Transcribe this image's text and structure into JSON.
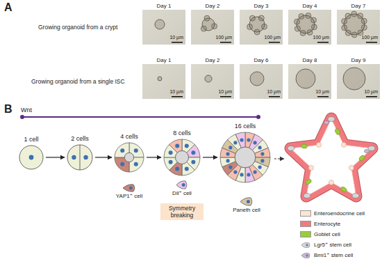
{
  "diagram": {
    "nodes": [
      {
        "text": [
          "Day 1",
          "10 µm"
        ]
      },
      {
        "text": [
          "Day 2",
          "100 µm"
        ]
      },
      {
        "text": [
          "Day 3",
          "100 µm"
        ]
      },
      {
        "text": [
          "Day 4",
          "100 µm"
        ]
      },
      {
        "text": [
          "Day 7",
          "100 µm"
        ]
      },
      {
        "text": [
          "Day 1",
          "10 µm"
        ]
      },
      {
        "text": [
          "Day 2",
          "10 µm"
        ]
      },
      {
        "text": [
          "Day 6",
          "10 µm"
        ]
      },
      {
        "text": [
          "Day 8",
          "10 µm"
        ]
      },
      {
        "text": [
          "Day 9",
          "10 µm"
        ]
      },
      {
        "text": [
          "1 cell"
        ]
      },
      {
        "text": [
          "2 cells"
        ]
      },
      {
        "text": [
          "4 cells"
        ]
      },
      {
        "text": [
          "8 cells"
        ]
      },
      {
        "text": [
          "16 cells"
        ]
      },
      {
        "text": [
          "YAP1⁺ cell"
        ]
      },
      {
        "text": [
          "Dll⁺ cell"
        ]
      },
      {
        "text": [
          "Symmetry breaking"
        ]
      },
      {
        "text": [
          "Paneth cell"
        ]
      }
    ],
    "edges": [
      {
        "from": 10,
        "to": 11,
        "arrow": "to"
      },
      {
        "from": 11,
        "to": 12,
        "arrow": "to"
      },
      {
        "from": 12,
        "to": 13,
        "arrow": "to"
      },
      {
        "from": 13,
        "to": 14,
        "arrow": "to"
      }
    ],
    "labels": [
      "A",
      "Growing organoid from a crypt",
      "Growing organoid from a single ISC",
      "B",
      "Wnt"
    ],
    "legend": [
      {
        "text": "Enteroendocrine cell",
        "color": "#fde4d4"
      },
      {
        "text": "Enterocyte",
        "color": "#f07a7e"
      },
      {
        "text": "Goblet cell",
        "color": "#9ccc3c"
      },
      {
        "text": "Lgr5⁺ stem cell"
      },
      {
        "text": "Bmi1⁺ stem cell"
      }
    ]
  }
}
